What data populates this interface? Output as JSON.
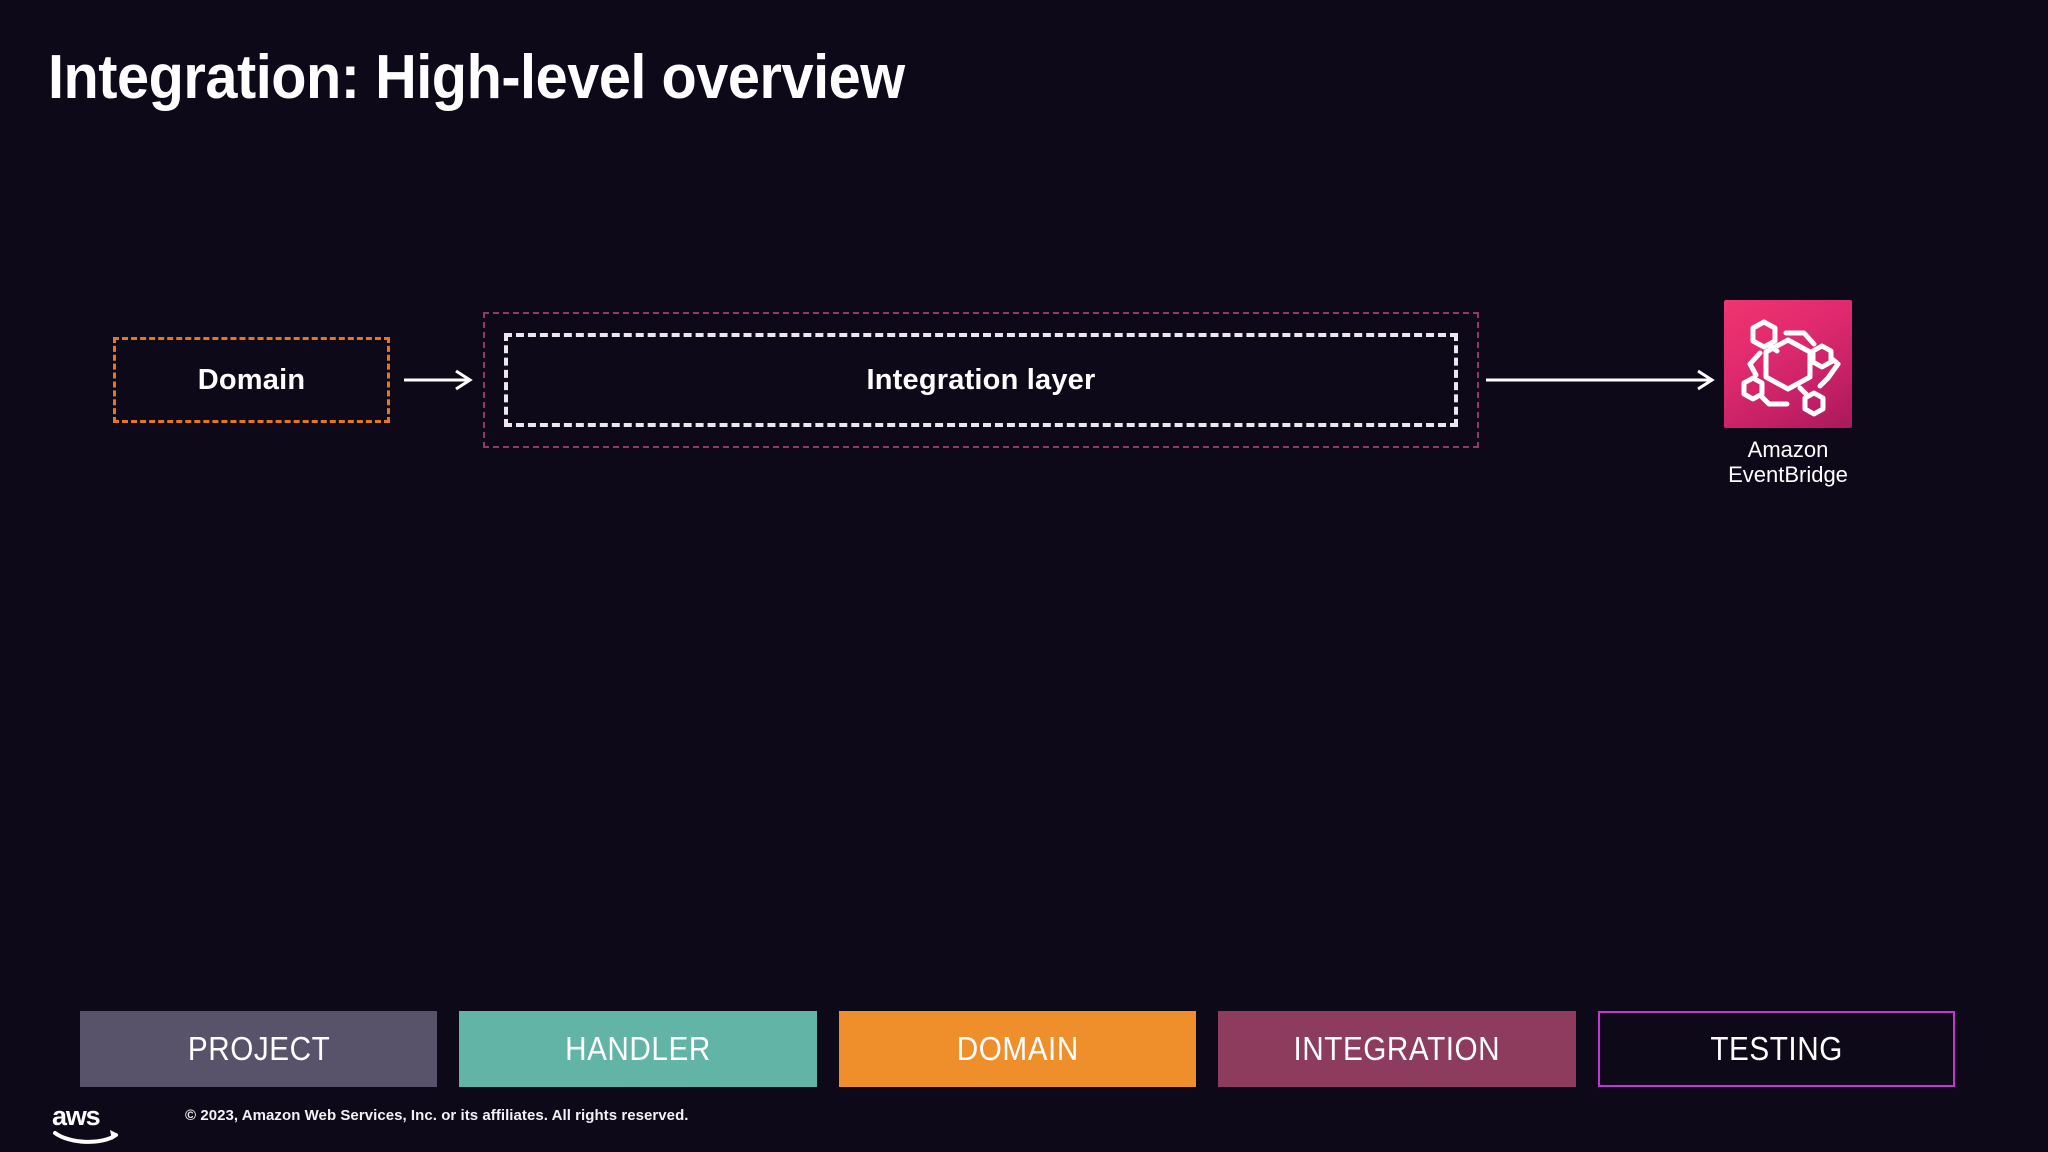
{
  "slide": {
    "title": "Integration: High-level overview",
    "background_color": "#0D0918"
  },
  "diagram": {
    "nodes": [
      {
        "id": "domain",
        "label": "Domain",
        "style": "dashed-box",
        "border_color": "#E2771E"
      },
      {
        "id": "integration-boundary",
        "label": "",
        "style": "dashed-boundary",
        "border_color": "#8E3A62"
      },
      {
        "id": "integration-layer",
        "label": "Integration layer",
        "style": "dashed-box",
        "border_color": "#E8E8EE"
      },
      {
        "id": "eventbridge",
        "label": "Amazon\nEventBridge",
        "icon": "amazon-eventbridge-icon",
        "icon_gradient_from": "#F0356F",
        "icon_gradient_to": "#A8195C"
      }
    ],
    "arrows": [
      {
        "id": "domain-to-integration",
        "from": "domain",
        "to": "integration-layer",
        "color": "#FFFFFF"
      },
      {
        "id": "integration-to-eventbridge",
        "from": "integration-layer",
        "to": "eventbridge",
        "color": "#FFFFFF"
      }
    ]
  },
  "nav": {
    "items": [
      {
        "id": "project",
        "label": "PROJECT",
        "color": "#58536B",
        "active": false
      },
      {
        "id": "handler",
        "label": "HANDLER",
        "color": "#61B4A6",
        "active": false
      },
      {
        "id": "domain",
        "label": "DOMAIN",
        "color": "#EE8F2B",
        "active": false
      },
      {
        "id": "integration",
        "label": "INTEGRATION",
        "color": "#8D3C5E",
        "active": false
      },
      {
        "id": "testing",
        "label": "TESTING",
        "color": "#C634D6",
        "active": true
      }
    ]
  },
  "footer": {
    "logo": "aws-logo",
    "copyright": "© 2023, Amazon Web Services, Inc. or its affiliates. All rights reserved."
  }
}
